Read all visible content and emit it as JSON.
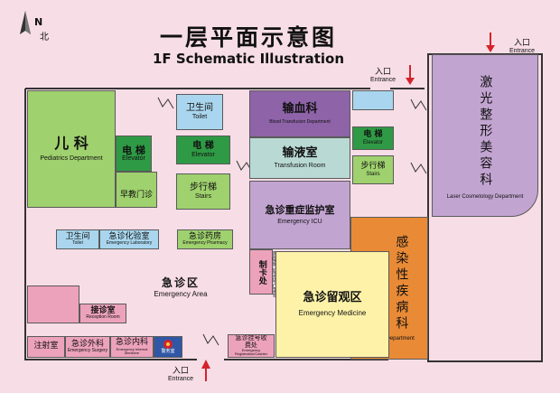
{
  "title": {
    "zh": "一层平面示意图",
    "en": "1F Schematic Illustration"
  },
  "compass": {
    "letter": "N",
    "label": "北"
  },
  "entrances": [
    {
      "zh": "入口",
      "en": "Entrance"
    },
    {
      "zh": "入口",
      "en": "Entrance"
    },
    {
      "zh": "入口",
      "en": "Entrance"
    }
  ],
  "rooms": {
    "pediatrics": {
      "zh": "儿 科",
      "en": "Pediatrics Department"
    },
    "elevator_left": {
      "zh": "电 梯",
      "en": "Elevator"
    },
    "early_clinic": {
      "zh": "早教门诊"
    },
    "toilet_top": {
      "zh": "卫生间",
      "en": "Toilet"
    },
    "elevator_mid": {
      "zh": "电 梯",
      "en": "Elevator"
    },
    "stairs_mid": {
      "zh": "步行梯",
      "en": "Stairs"
    },
    "transfusion_dept": {
      "zh": "输血科",
      "en": "Blood Transfusion Department"
    },
    "transfusion_room": {
      "zh": "输液室",
      "en": "Transfusion Room"
    },
    "elevator_right": {
      "zh": "电 梯",
      "en": "Elevator"
    },
    "stairs_right": {
      "zh": "步行梯",
      "en": "Stairs"
    },
    "laser": {
      "zh": "激光整形美容科",
      "en": "Laser Cosmetology Department"
    },
    "icu": {
      "zh": "急诊重症监护室",
      "en": "Emergency ICU"
    },
    "infection": {
      "zh": "感染性疾病科",
      "en": "Infection Department"
    },
    "toilet_low": {
      "zh": "卫生间",
      "en": "Toilet"
    },
    "lab": {
      "zh": "急诊化验室",
      "en": "Emergency Laboratory"
    },
    "pharmacy": {
      "zh": "急诊药房",
      "en": "Emergency Pharmacy"
    },
    "emergency_area": {
      "zh": "急诊区",
      "en": "Emergency Area"
    },
    "mgmt": {
      "zh": "制卡处",
      "en": "Magnet Service Center"
    },
    "observation": {
      "zh": "急诊留观区",
      "en": "Emergency Medicine"
    },
    "reception": {
      "zh": "接诊室",
      "en": "Reception Room"
    },
    "injection": {
      "zh": "注射室"
    },
    "surgery": {
      "zh": "急诊外科",
      "en": "Emergency Surgery"
    },
    "internal": {
      "zh": "急诊内科",
      "en": "Emergency Internal Medicine"
    },
    "police": {
      "zh": "警务室"
    },
    "registration": {
      "zh": "急诊挂号收费处",
      "en": "Emergency Registration/Cashier"
    }
  },
  "colors": {
    "background": "#f7dde6",
    "green": "#9fd16e",
    "dark_green": "#2f9a45",
    "blue": "#a9d6ee",
    "purple": "#8e63a8",
    "teal": "#b9d9d4",
    "lavender": "#c2a4d1",
    "orange": "#e98a36",
    "yellow": "#fdf2a8",
    "pink": "#eda2bb",
    "arrow_red": "#d4232a"
  }
}
